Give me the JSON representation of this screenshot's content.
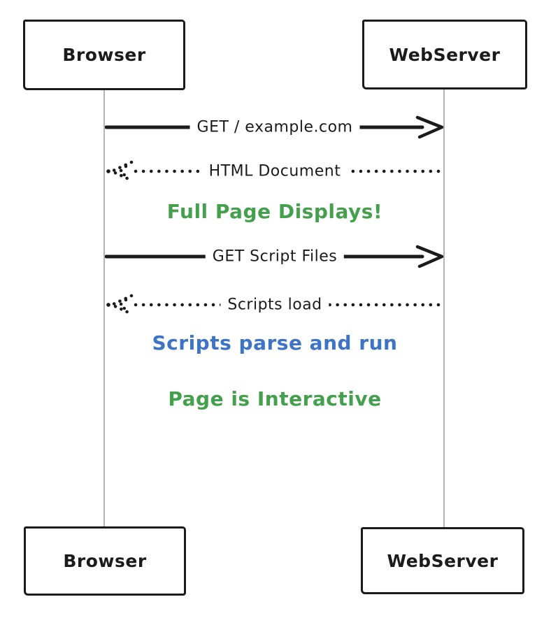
{
  "diagram": {
    "kind": "sequence-diagram",
    "actors": {
      "top_left": "Browser",
      "top_right": "WebServer",
      "bottom_left": "Browser",
      "bottom_right": "WebServer"
    },
    "messages": [
      {
        "label": "GET / example.com",
        "style": "solid",
        "direction": "right",
        "from": "Browser",
        "to": "WebServer"
      },
      {
        "label": "HTML Document",
        "style": "dotted",
        "direction": "left",
        "from": "WebServer",
        "to": "Browser"
      },
      {
        "label": "GET Script Files",
        "style": "solid",
        "direction": "right",
        "from": "Browser",
        "to": "WebServer"
      },
      {
        "label": "Scripts load",
        "style": "dotted",
        "direction": "left",
        "from": "WebServer",
        "to": "Browser"
      }
    ],
    "notes": [
      {
        "text": "Full Page Displays!",
        "color": "#44a04c"
      },
      {
        "text": "Scripts parse and run",
        "color": "#3d74c6"
      },
      {
        "text": "Page is Interactive",
        "color": "#44a04c"
      }
    ],
    "colors": {
      "stroke": "#1b1b1b",
      "lifeline": "#b4b4b4",
      "background": "#ffffff",
      "note_green": "#44a04c",
      "note_blue": "#3d74c6"
    }
  }
}
